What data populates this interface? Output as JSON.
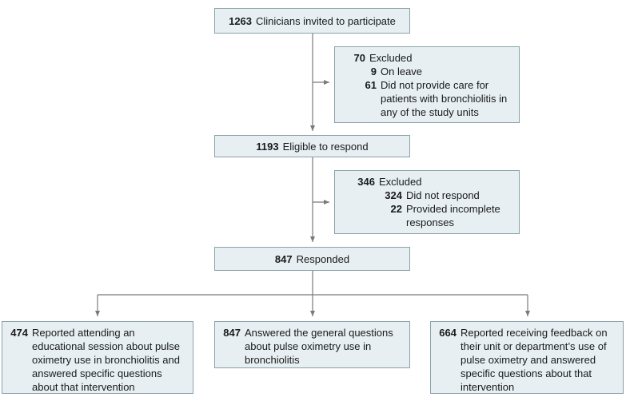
{
  "invited": {
    "count": "1263",
    "label": "Clinicians invited to participate"
  },
  "excluded_1": {
    "count": "70",
    "label": "Excluded",
    "items": [
      {
        "count": "9",
        "label": "On leave"
      },
      {
        "count": "61",
        "label": "Did not provide care for patients with bronchiolitis in any of the study units"
      }
    ]
  },
  "eligible": {
    "count": "1193",
    "label": "Eligible to respond"
  },
  "excluded_2": {
    "count": "346",
    "label": "Excluded",
    "items": [
      {
        "count": "324",
        "label": "Did not respond"
      },
      {
        "count": "22",
        "label": "Provided incomplete responses"
      }
    ]
  },
  "responded": {
    "count": "847",
    "label": "Responded"
  },
  "outcomes": [
    {
      "count": "474",
      "label": "Reported attending an educational session about pulse oximetry use in bronchiolitis and answered specific questions about that intervention"
    },
    {
      "count": "847",
      "label": "Answered the general questions about pulse oximetry use in bronchiolitis"
    },
    {
      "count": "664",
      "label": "Reported receiving feedback on their unit or department’s use of pulse oximetry and answered specific questions about that intervention"
    }
  ],
  "colors": {
    "box_fill": "#e7eff2",
    "box_border": "#8aa1ab",
    "connector": "#7a7a7a"
  }
}
